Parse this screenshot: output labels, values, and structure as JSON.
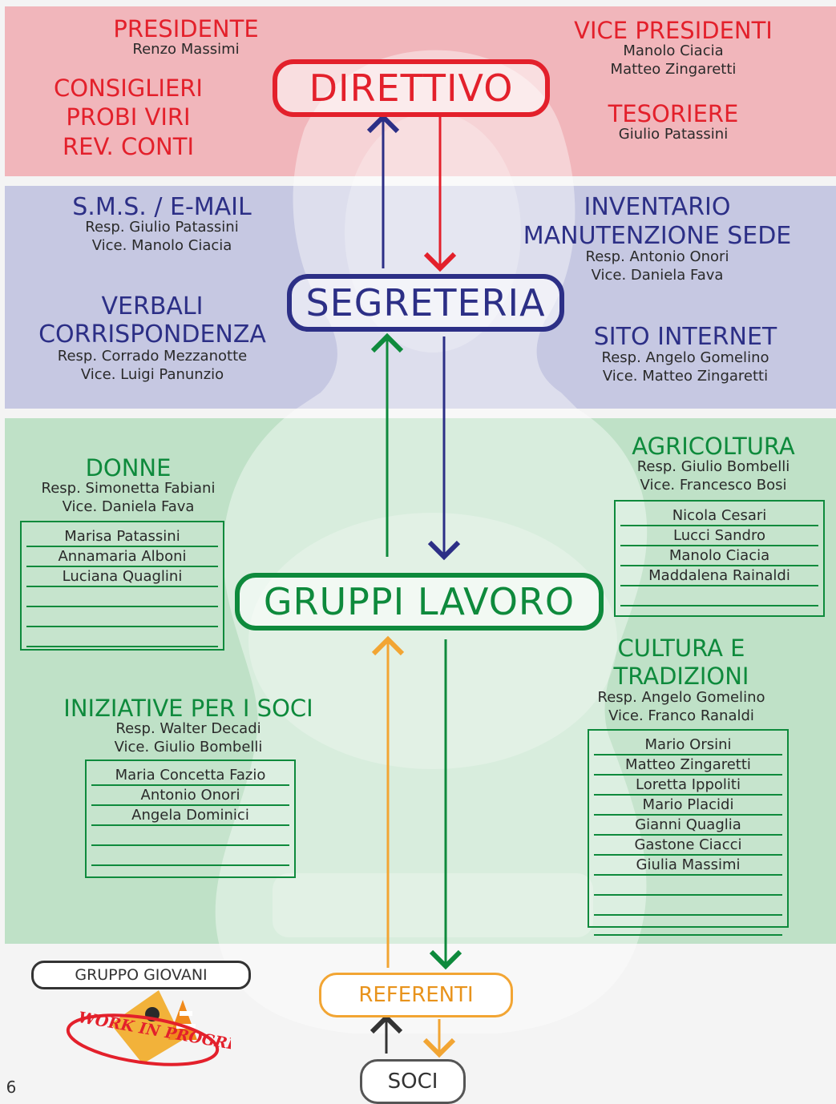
{
  "direttivo": {
    "hub": "DIRETTIVO",
    "presidente": {
      "title": "PRESIDENTE",
      "name": "Renzo Massimi"
    },
    "vice_presidenti": {
      "title": "VICE PRESIDENTI",
      "names": [
        "Manolo Ciacia",
        "Matteo Zingaretti"
      ]
    },
    "left_lines": [
      "CONSIGLIERI",
      "PROBI VIRI",
      "REV. CONTI"
    ],
    "tesoriere": {
      "title": "TESORIERE",
      "name": "Giulio Patassini"
    }
  },
  "segreteria": {
    "hub": "SEGRETERIA",
    "sms": {
      "title": "S.M.S. / E-MAIL",
      "resp": "Resp. Giulio Patassini",
      "vice": "Vice. Manolo Ciacia"
    },
    "inventario": {
      "title1": "INVENTARIO",
      "title2": "MANUTENZIONE SEDE",
      "resp": "Resp. Antonio Onori",
      "vice": "Vice. Daniela Fava"
    },
    "verbali": {
      "title1": "VERBALI",
      "title2": "CORRISPONDENZA",
      "resp": "Resp. Corrado Mezzanotte",
      "vice": "Vice. Luigi Panunzio"
    },
    "sito": {
      "title": "SITO INTERNET",
      "resp": "Resp. Angelo Gomelino",
      "vice": "Vice. Matteo Zingaretti"
    }
  },
  "gruppi": {
    "hub": "GRUPPI LAVORO",
    "donne": {
      "title": "DONNE",
      "resp": "Resp. Simonetta Fabiani",
      "vice": "Vice. Daniela Fava",
      "members": [
        "Marisa Patassini",
        "Annamaria Alboni",
        "Luciana Quaglini",
        "",
        "",
        "",
        ""
      ]
    },
    "agricoltura": {
      "title": "AGRICOLTURA",
      "resp": "Resp. Giulio Bombelli",
      "vice": "Vice. Francesco Bosi",
      "members": [
        "Nicola Cesari",
        "Lucci Sandro",
        "Manolo Ciacia",
        "Maddalena Rainaldi",
        ""
      ]
    },
    "cultura": {
      "title1": "CULTURA E",
      "title2": "TRADIZIONI",
      "resp": "Resp. Angelo Gomelino",
      "vice": "Vice. Franco Ranaldi",
      "members": [
        "Mario Orsini",
        "Matteo Zingaretti",
        "Loretta Ippoliti",
        "Mario Placidi",
        "Gianni Quaglia",
        "Gastone Ciacci",
        "Giulia Massimi",
        "",
        "",
        "",
        ""
      ]
    },
    "iniziative": {
      "title": "INIZIATIVE PER I SOCI",
      "resp": "Resp. Walter Decadi",
      "vice": "Vice. Giulio Bombelli",
      "members": [
        "Maria Concetta Fazio",
        "Antonio Onori",
        "Angela Dominici",
        "",
        ""
      ]
    }
  },
  "bottom": {
    "referenti": "REFERENTI",
    "soci": "SOCI",
    "gruppo_giovani": "GRUPPO GIOVANI",
    "logo_text": "WORK IN PROGRES",
    "page_number": "6"
  },
  "colors": {
    "red": "#e3202b",
    "blue": "#2c2f86",
    "green": "#0e8a3c",
    "orange": "#f2a533"
  }
}
